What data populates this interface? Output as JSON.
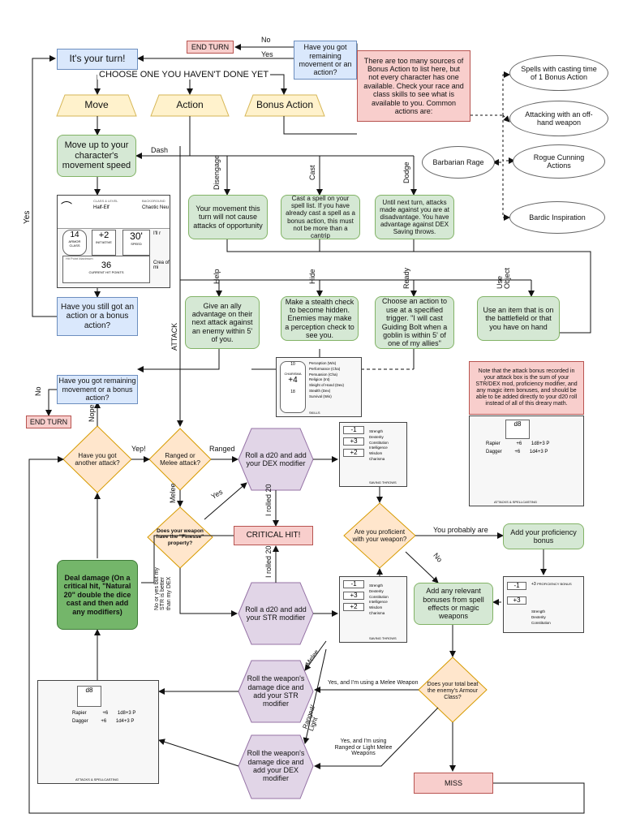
{
  "nodes": {
    "its_your_turn": "It's your turn!",
    "choose": "CHOOSE ONE YOU HAVEN'T DONE YET",
    "move": "Move",
    "action": "Action",
    "bonus_action": "Bonus Action",
    "end_turn_top": "END TURN",
    "remaining_move_q": "Have you got remaining movement or an action?",
    "bonus_note": "There are too many sources of Bonus Action to list here, but not every character has one available. Check your race and class skills to see what is available to you. Common actions are:",
    "spells_bonus": "Spells with casting time of 1 Bonus Action",
    "offhand": "Attacking with an off-hand weapon",
    "barbarian_rage": "Barbarian Rage",
    "rogue": "Rogue Cunning Actions",
    "bardic": "Bardic Inspiration",
    "move_up": "Move up to your character's movement speed",
    "disengage_desc": "Your movement this turn will not cause attacks of opportunity",
    "cast_desc": "Cast a spell on your spell list. If you have already cast a spell as a bonus action, this must not be more than a cantrip",
    "dodge_desc": "Until next turn, attacks made against you are at disadvantage. You have advantage against DEX Saving throws.",
    "still_action_q": "Have you still got an action or a bonus action?",
    "help_desc": "Give an ally advantage on their next attack against an enemy within 5' of you.",
    "hide_desc": "Make a stealth check to become hidden. Enemies may make a perception check to see you.",
    "ready_desc": "Choose an action to use at a specified trigger. \"I will cast Guiding Bolt when a goblin is within 5' of one of my allies\"",
    "use_object_desc": "Use an item that is on the battlefield or that you have on hand",
    "remaining_bonus_q": "Have you got remaining movement or a bonus action?",
    "end_turn_bottom": "END TURN",
    "attack_note": "Note that the attack bonus recorded in your attack box is the sum of your STR/DEX mod, proficiency modifier, and any magic item bonuses, and should be able to be added directly to your d20 roll instead of all of this dreary math.",
    "another_attack_q": "Have you got another attack?",
    "ranged_melee_q": "Ranged or Melee attack?",
    "roll_dex": "Roll a d20 and add your DEX modifier",
    "finesse_q": "Does your weapon have the \"Finesse\" property?",
    "critical_hit": "CRITICAL HIT!",
    "proficient_q": "Are you proficient with your weapon?",
    "add_proficiency": "Add your proficiency bonus",
    "deal_damage": "Deal damage (On a critical hit, \"Natural 20\" double the dice cast and then add any modifiers)",
    "roll_str": "Roll a d20 and add your STR modifier",
    "add_bonuses": "Add any relevant bonuses from spell effects or magic weapons",
    "beat_ac_q": "Does your total beat the enemy's Armour Class?",
    "roll_weapon_str": "Roll the weapon's damage dice and add your STR modifier",
    "roll_weapon_dex": "Roll the weapon's damage dice and add your DEX modifier",
    "miss": "MISS"
  },
  "labels": {
    "no": "No",
    "yes": "Yes",
    "dash": "Dash",
    "disengage": "Disengage",
    "cast": "Cast",
    "dodge": "Dodge",
    "help": "Help",
    "hide": "Hide",
    "ready": "Ready",
    "use_object": "Use Object",
    "attack": "ATTACK",
    "yes_left": "Yes",
    "no_left": "No",
    "nope": "Nope",
    "yep": "Yep!",
    "ranged": "Ranged",
    "melee": "Melee",
    "yes_finesse": "Yes",
    "no_finesse": "No or yes but my STR is better than my DEX",
    "rolled_20_a": "I rolled 20",
    "rolled_20_b": "I rolled 20",
    "probably": "You probably are",
    "no_prof": "No",
    "melee_arrow": "Melee",
    "ranged_light": "Ranged/ Light",
    "yes_melee": "Yes, and I'm using a Melee Weapon",
    "yes_ranged": "Yes, and I'm using Ranged or Light Melee Weapons"
  },
  "sheets": {
    "speed": {
      "class_level": "CLASS & LEVEL",
      "race": "Half-Elf",
      "background": "BACKGROUND",
      "bg_value": "Chaotic Neu",
      "armor": "14",
      "armor_label": "ARMOR CLASS",
      "init": "+2",
      "init_label": "INITIATIVE",
      "speed": "30'",
      "speed_label": "SPEED",
      "hp": "36",
      "hp_label": "CURRENT HIT POINTS",
      "hp_max": "Hit Point Maximum",
      "side_a": "I'll r",
      "side_b": "Crea of mi"
    },
    "charisma": {
      "stat": "+4",
      "stat_label": "CHARISMA",
      "top_score": "10",
      "bottom_score": "18",
      "skills": [
        "Perception (Wis)",
        "Performance (Cha)",
        "Persuasion (Cha)",
        "Religion (Int)",
        "Sleight of Hand (Dex)",
        "Stealth (Dex)",
        "Survival (Wis)"
      ],
      "footer": "SKILLS"
    },
    "dex_sheet": {
      "mods": [
        "-1",
        "+3",
        "+2"
      ],
      "skills": [
        "Strength",
        "Dexterity",
        "Constitution",
        "Intelligence",
        "Wisdom",
        "Charisma"
      ],
      "footer": "SAVING THROWS"
    },
    "attack_sheet": {
      "die": "d8",
      "weapon1": "Rapier",
      "bonus1": "+6",
      "dmg1": "1d8+3 P",
      "weapon2": "Dagger",
      "bonus2": "+6",
      "dmg2": "1d4+3 P",
      "footer": "ATTACKS & SPELLCASTING"
    },
    "str_sheet": {
      "mods": [
        "-1",
        "+3",
        "+2"
      ],
      "skills": [
        "Strength",
        "Dexterity",
        "Constitution",
        "Intelligence",
        "Wisdom",
        "Charisma"
      ],
      "footer": "SAVING THROWS"
    },
    "prof_sheet": {
      "mods": [
        "-1",
        "+3"
      ],
      "prof_label": "PROFICIENCY BONUS",
      "prof_value": "+3",
      "skills": [
        "Strength",
        "Dexterity",
        "Constitution"
      ]
    },
    "bottom_attack": {
      "die": "d8",
      "weapon1": "Rapier",
      "bonus1": "+6",
      "dmg1": "1d8+3 P",
      "weapon2": "Dagger",
      "bonus2": "+6",
      "dmg2": "1d4+3 P",
      "footer": "ATTACKS & SPELLCASTING"
    }
  }
}
